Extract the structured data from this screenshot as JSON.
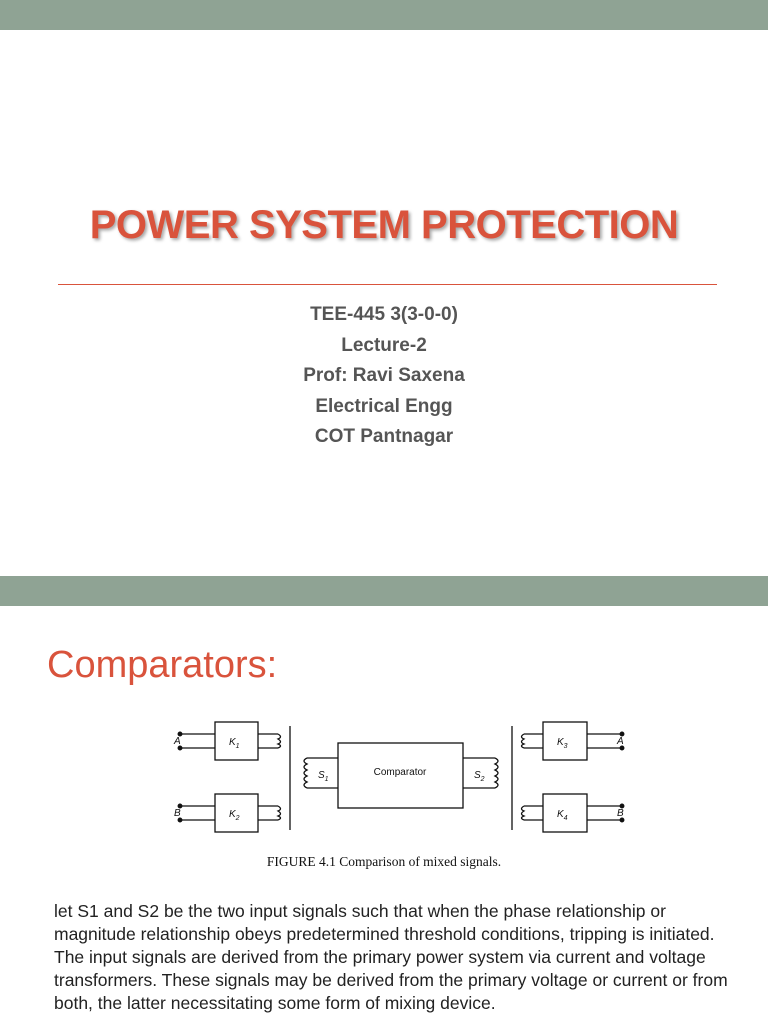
{
  "slide1": {
    "title": "POWER SYSTEM PROTECTION",
    "subtitle_lines": [
      "TEE-445 3(3-0-0)",
      "Lecture-2",
      "Prof: Ravi Saxena",
      "Electrical Engg",
      "COT Pantnagar"
    ]
  },
  "slide2": {
    "title": "Comparators:",
    "figure": {
      "labels": {
        "a_left": "A",
        "b_left": "B",
        "k1": "K",
        "k1_sub": "1",
        "k2": "K",
        "k2_sub": "2",
        "k3": "K",
        "k3_sub": "3",
        "k4": "K",
        "k4_sub": "4",
        "s1": "S",
        "s1_sub": "1",
        "s2": "S",
        "s2_sub": "2",
        "comparator": "Comparator",
        "a_right": "A",
        "b_right": "B"
      },
      "caption": "FIGURE 4.1   Comparison of mixed signals."
    },
    "paragraphs": [
      "let S1 and S2 be the two input signals such that when the phase relationship or magnitude relationship obeys predetermined threshold conditions, tripping is initiated.",
      "The input signals are derived from the primary power system via current and voltage transformers. These signals may be derived from the primary voltage or current or from both, the latter necessitating some form of mixing device."
    ]
  }
}
